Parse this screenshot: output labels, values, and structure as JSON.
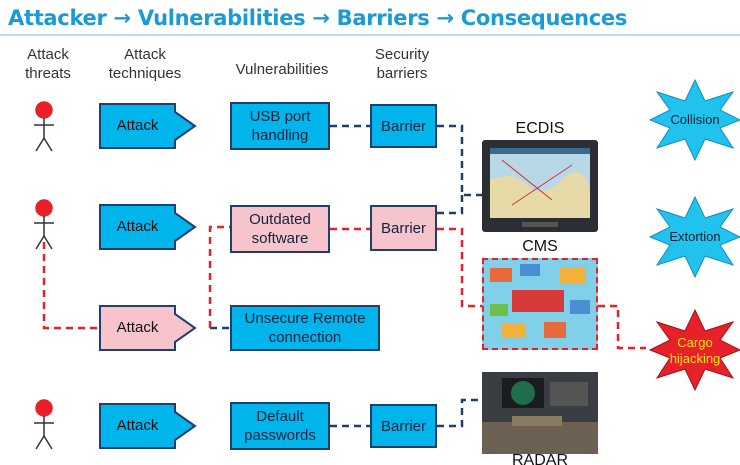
{
  "title": "Attacker → Vulnerabilities → Barriers → Consequences",
  "headers": {
    "threats": "Attack threats",
    "techniques": "Attack techniques",
    "vulnerabilities": "Vulnerabilities",
    "barriers": "Security barriers"
  },
  "attacks": [
    "Attack",
    "Attack",
    "Attack",
    "Attack"
  ],
  "vulnerabilities": [
    "USB port handling",
    "Outdated software",
    "Unsecure Remote connection",
    "Default passwords"
  ],
  "barriers": [
    "Barrier",
    "Barrier",
    "Barrier"
  ],
  "systems": [
    "ECDIS",
    "CMS",
    "RADAR"
  ],
  "consequences": [
    "Collision",
    "Extortion",
    "Cargo hijacking"
  ],
  "colors": {
    "title": "#1a9ad6",
    "box_blue": "#00b4ec",
    "box_pink": "#f7c4cc",
    "threat_red": "#e8202a",
    "attack_path": "#e8202a",
    "normal_path": "#1f3f6e",
    "burst_blue": "#22c2ef",
    "burst_red": "#e8202a"
  }
}
